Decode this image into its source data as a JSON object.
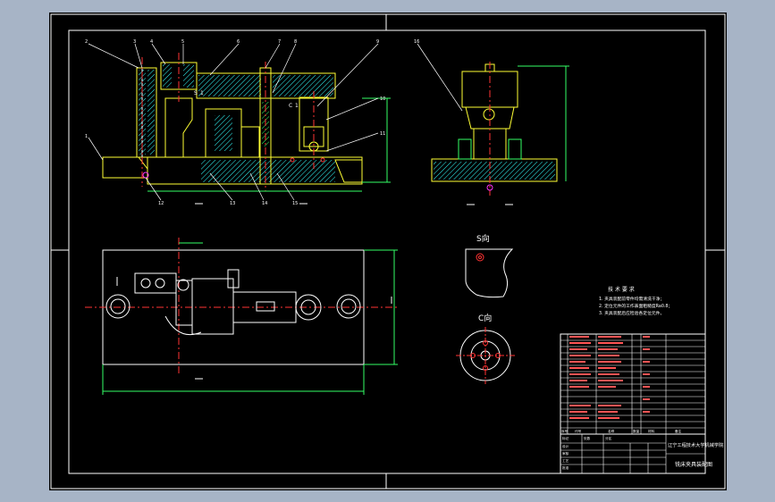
{
  "view_labels": {
    "s_view": "S向",
    "c_view": "C向"
  },
  "section_marks": [
    "S",
    "1",
    "C",
    "1"
  ],
  "tech_requirements": {
    "title": "技 术 要 求",
    "items": [
      "1. 夹具装配前零件均需清洗干净；",
      "2. 定位元件的工作表面粗糙度Ra0.8；",
      "3. 夹具装配后应检验各定位元件。"
    ]
  },
  "title_block": {
    "school": "辽宁工程技术大学机械学院",
    "drawing_name": "铣床夹具装配图",
    "row_labels": [
      "标记",
      "处数",
      "分区",
      "设计",
      "审核",
      "工艺",
      "批准"
    ],
    "header_labels": [
      "序号",
      "代号",
      "名称",
      "数量",
      "材料",
      "备注"
    ]
  },
  "colors": {
    "background_outer": "#a7b4c6",
    "paper": "#000000",
    "frame": "#ffffff",
    "part": "#ffff33",
    "dimension": "#33ff66",
    "centerline": "#ff3333",
    "hatch": "#33ffff",
    "highlight": "#ff33ff"
  }
}
